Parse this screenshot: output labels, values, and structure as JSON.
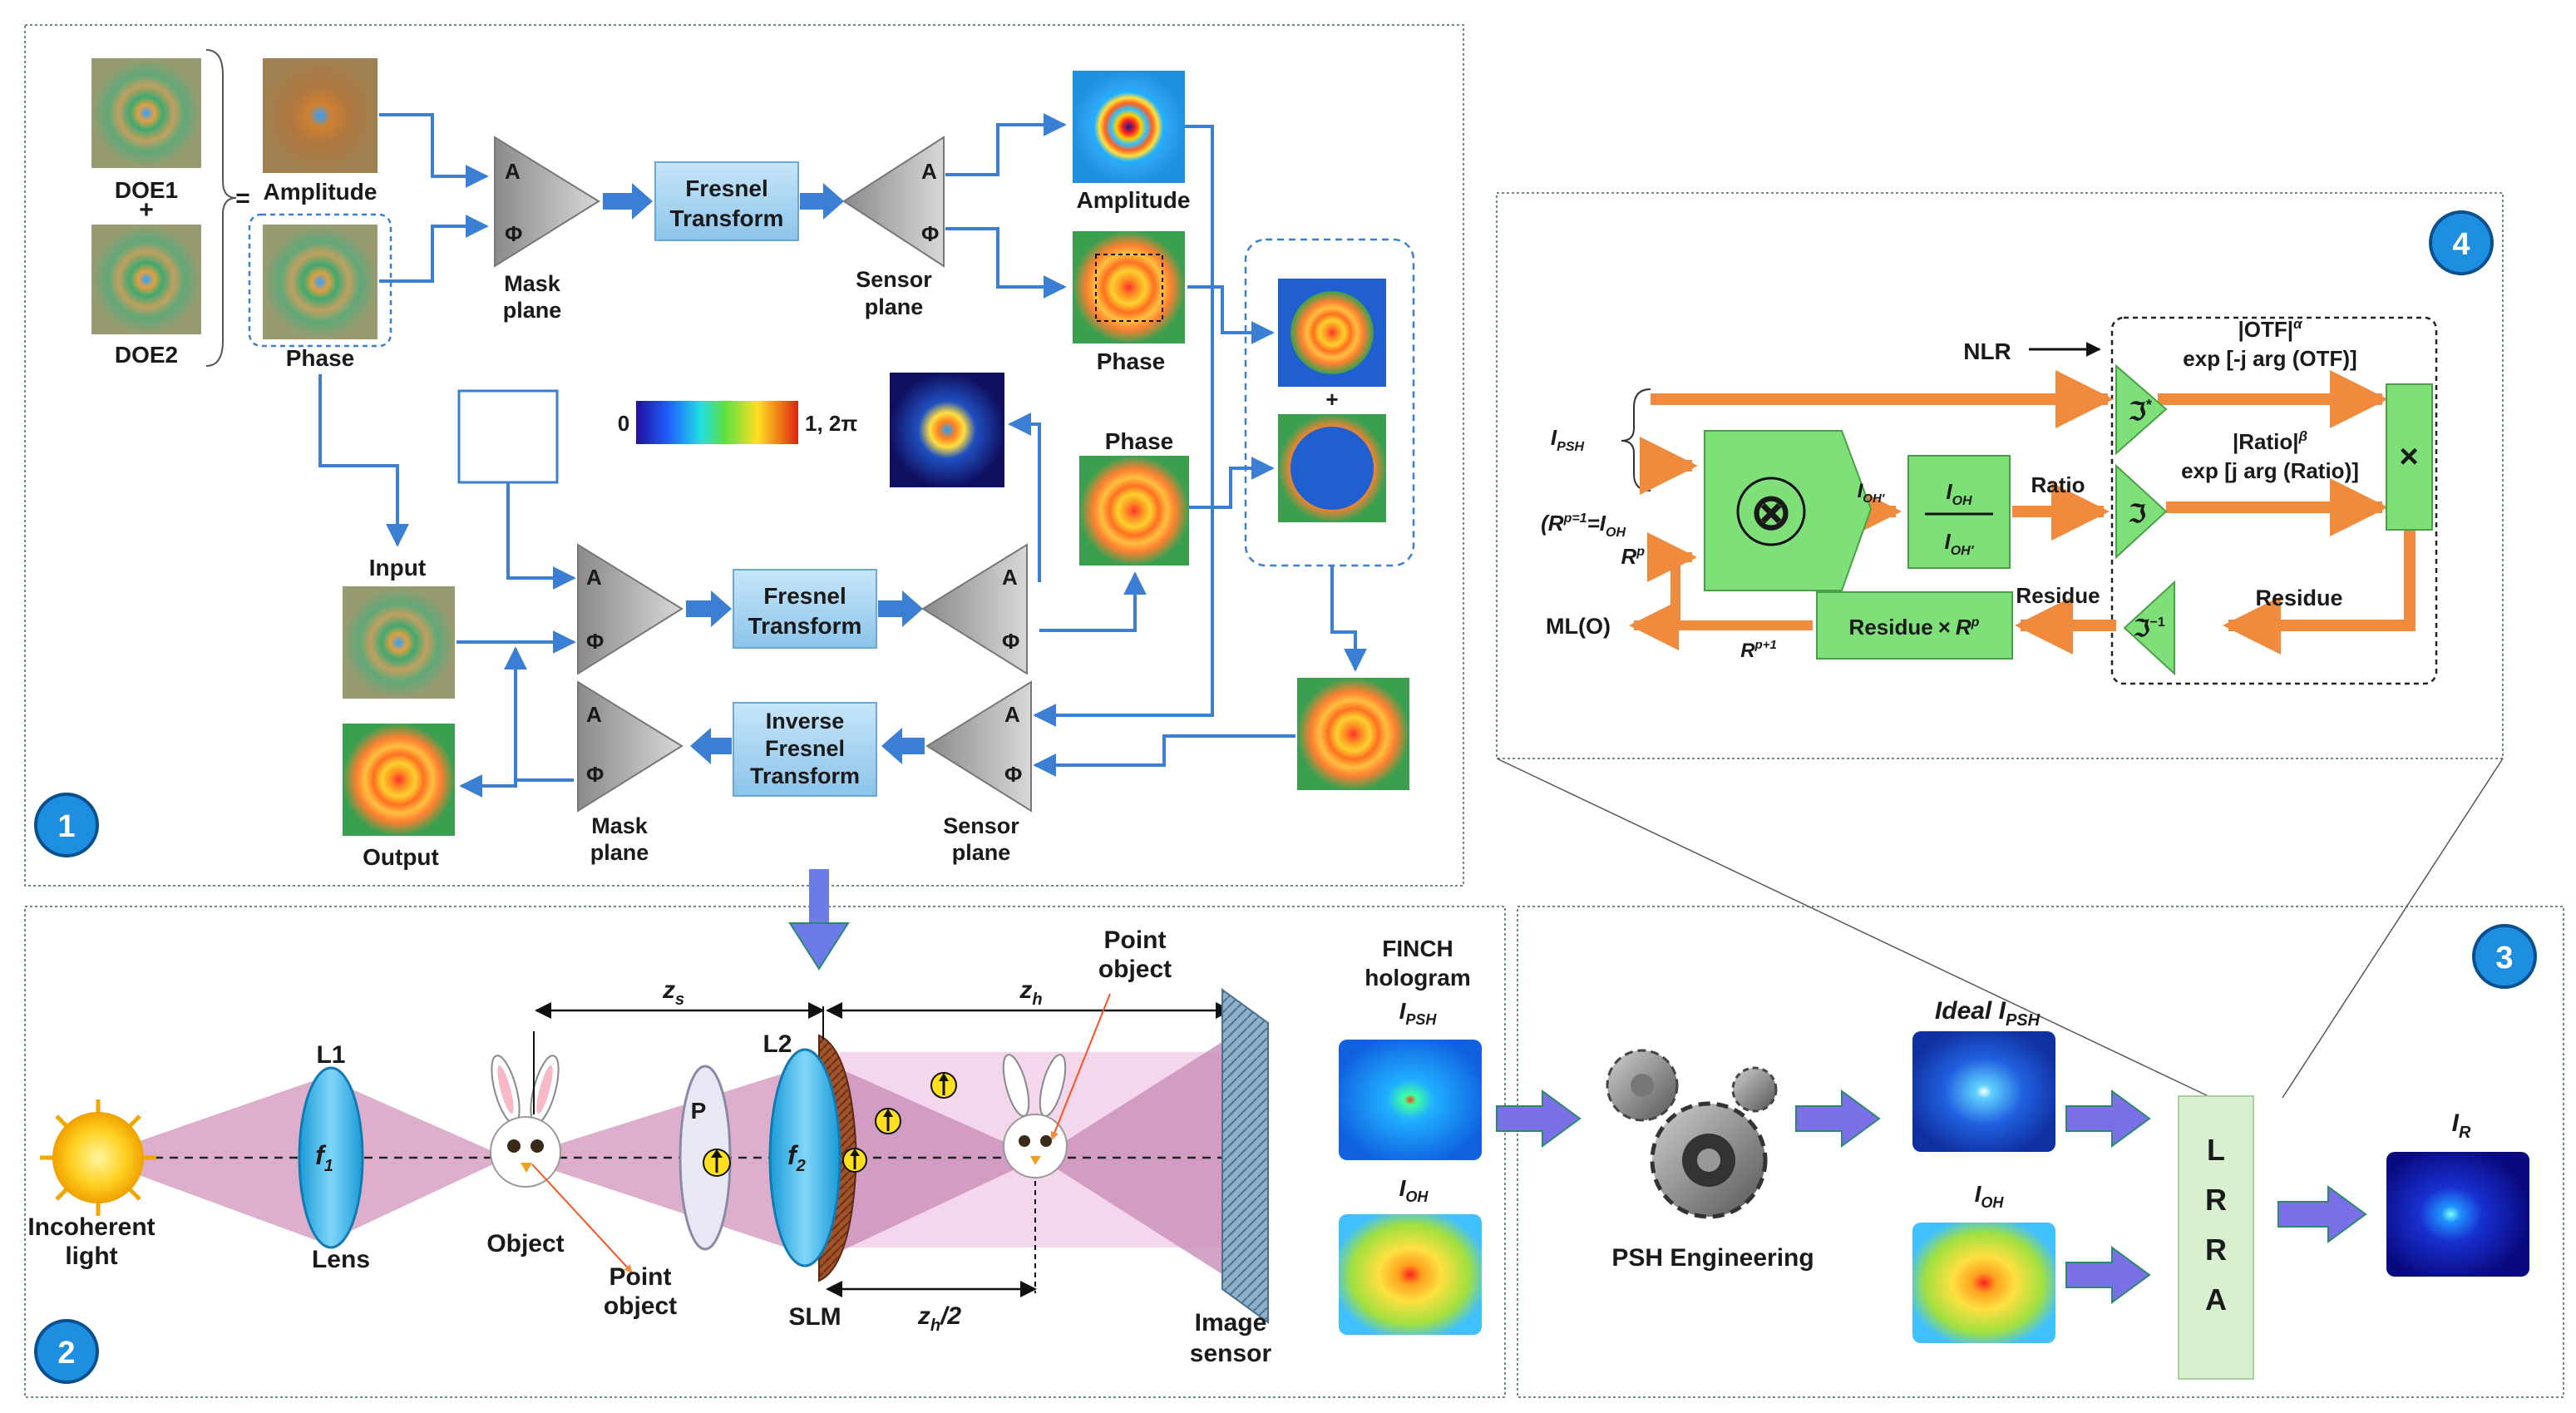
{
  "panels": [
    {
      "badge": "1"
    },
    {
      "badge": "2"
    },
    {
      "badge": "3"
    },
    {
      "badge": "4"
    }
  ],
  "p1": {
    "doe1": "DOE1",
    "plus": "+",
    "doe2": "DOE2",
    "eq": "=",
    "amplitude": "Amplitude",
    "phase": "Phase",
    "mask_plane": [
      "Mask",
      "plane"
    ],
    "sensor_plane": [
      "Sensor",
      "plane"
    ],
    "fresnel": [
      "Fresnel",
      "Transform"
    ],
    "inverse_fresnel": [
      "Inverse",
      "Fresnel",
      "Transform"
    ],
    "tri_a": "A",
    "tri_phi": "Φ",
    "out_amplitude": "Amplitude",
    "out_phase": "Phase",
    "phase_mid": "Phase",
    "colorbar_min": "0",
    "colorbar_max": "1, 2π",
    "input": "Input",
    "output": "Output"
  },
  "p2": {
    "incoherent": [
      "Incoherent",
      "light"
    ],
    "L1": "L1",
    "f1": "f",
    "f1_sub": "1",
    "lens": "Lens",
    "object": "Object",
    "point_object_a": [
      "Point",
      "object"
    ],
    "P": "P",
    "L2": "L2",
    "f2": "f",
    "f2_sub": "2",
    "SLM": "SLM",
    "zs": "z",
    "zs_sub": "s",
    "zh": "z",
    "zh_sub": "h",
    "zh2": "z",
    "zh2_sub": "h",
    "zh2_tail": "/2",
    "point_object_b": [
      "Point",
      "object"
    ],
    "image_sensor": [
      "Image",
      "sensor"
    ],
    "finch": [
      "FINCH",
      "hologram"
    ],
    "ipsh": "I",
    "ipsh_sub": "PSH",
    "ioh": "I",
    "ioh_sub": "OH"
  },
  "p3": {
    "psh_engineering": "PSH Engineering",
    "ideal": "Ideal I",
    "ideal_sub": "PSH",
    "ioh": "I",
    "ioh_sub": "OH",
    "lrra": [
      "L",
      "R",
      "R",
      "A"
    ],
    "ir": "I",
    "ir_sub": "R"
  },
  "p4": {
    "nlr": "NLR",
    "otf_line1": "|OTF|",
    "otf_sup": "α",
    "otf_line2": "exp [-j arg (OTF)]",
    "ratio_line1": "|Ratio|",
    "ratio_sup": "β",
    "ratio_line2": "exp [j arg (Ratio)]",
    "ipsh": "I",
    "ipsh_sub": "PSH",
    "init": "(R",
    "init_sup": "p=1",
    "init_tail": "=I",
    "init_sub": "OH",
    "rp": "R",
    "rp_sup": "p",
    "ioh_prime": "I",
    "ioh_prime_sub": "OH'",
    "frac_num": "I",
    "frac_num_sub": "OH",
    "frac_den": "I",
    "frac_den_sub": "OH'",
    "ratio": "Ratio",
    "residue_tilde": "Residue",
    "residue": "Residue",
    "residue_box": "Residue",
    "residue_box_x": "×",
    "residue_box_r": "R",
    "residue_box_sup": "p",
    "rp1": "R",
    "rp1_sup": "p+1",
    "ml": "ML(O)",
    "times": "×",
    "ft_star": "ℑ",
    "ft_star_sup": "*",
    "ft": "ℑ",
    "ft_inv": "ℑ",
    "ft_inv_sup": "−1",
    "otimes": "⊗"
  },
  "colors": {
    "flow_blue": "#3b7fd4",
    "box_blue": "#a9d4f0",
    "flow_orange": "#f08a3c",
    "green": "#7fe07a",
    "badge": "#1e8ee0",
    "lrra": "#d8f0cf",
    "purple_arrow": "#7b6fe8",
    "cone": "#d9a6c8"
  }
}
